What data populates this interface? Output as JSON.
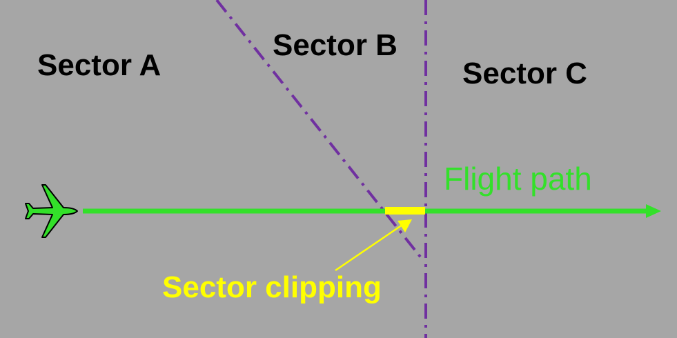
{
  "labels": {
    "sector_a": "Sector A",
    "sector_b": "Sector B",
    "sector_c": "Sector C",
    "flight_path": "Flight path",
    "sector_clipping": "Sector clipping"
  },
  "colors": {
    "background": "#a6a6a6",
    "boundary": "#7030a0",
    "flight_path": "#33e02a",
    "clipping": "#ffff00",
    "text": "#000000"
  },
  "icons": {
    "aircraft": "airplane-icon"
  }
}
